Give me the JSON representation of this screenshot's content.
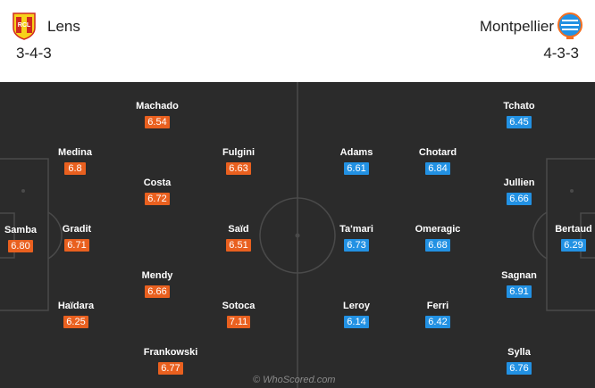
{
  "home": {
    "name": "Lens",
    "formation": "3-4-3",
    "crest_icon": "lens-crest-icon",
    "color": "#e9601f",
    "players": [
      {
        "name": "Samba",
        "rating": "6.80"
      },
      {
        "name": "Medina",
        "rating": "6.8"
      },
      {
        "name": "Gradit",
        "rating": "6.71"
      },
      {
        "name": "Haïdara",
        "rating": "6.25"
      },
      {
        "name": "Machado",
        "rating": "6.54"
      },
      {
        "name": "Costa",
        "rating": "6.72"
      },
      {
        "name": "Mendy",
        "rating": "6.66"
      },
      {
        "name": "Frankowski",
        "rating": "6.77"
      },
      {
        "name": "Fulgini",
        "rating": "6.63"
      },
      {
        "name": "Saïd",
        "rating": "6.51"
      },
      {
        "name": "Sotoca",
        "rating": "7.11"
      }
    ]
  },
  "away": {
    "name": "Montpellier",
    "formation": "4-3-3",
    "crest_icon": "montpellier-crest-icon",
    "color": "#2291e3",
    "players": [
      {
        "name": "Bertaud",
        "rating": "6.29"
      },
      {
        "name": "Tchato",
        "rating": "6.45"
      },
      {
        "name": "Jullien",
        "rating": "6.66"
      },
      {
        "name": "Sagnan",
        "rating": "6.91"
      },
      {
        "name": "Sylla",
        "rating": "6.76"
      },
      {
        "name": "Chotard",
        "rating": "6.84"
      },
      {
        "name": "Omeragic",
        "rating": "6.68"
      },
      {
        "name": "Ferri",
        "rating": "6.42"
      },
      {
        "name": "Adams",
        "rating": "6.61"
      },
      {
        "name": "Ta'mari",
        "rating": "6.73"
      },
      {
        "name": "Leroy",
        "rating": "6.14"
      }
    ]
  },
  "watermark": "© WhoScored.com"
}
